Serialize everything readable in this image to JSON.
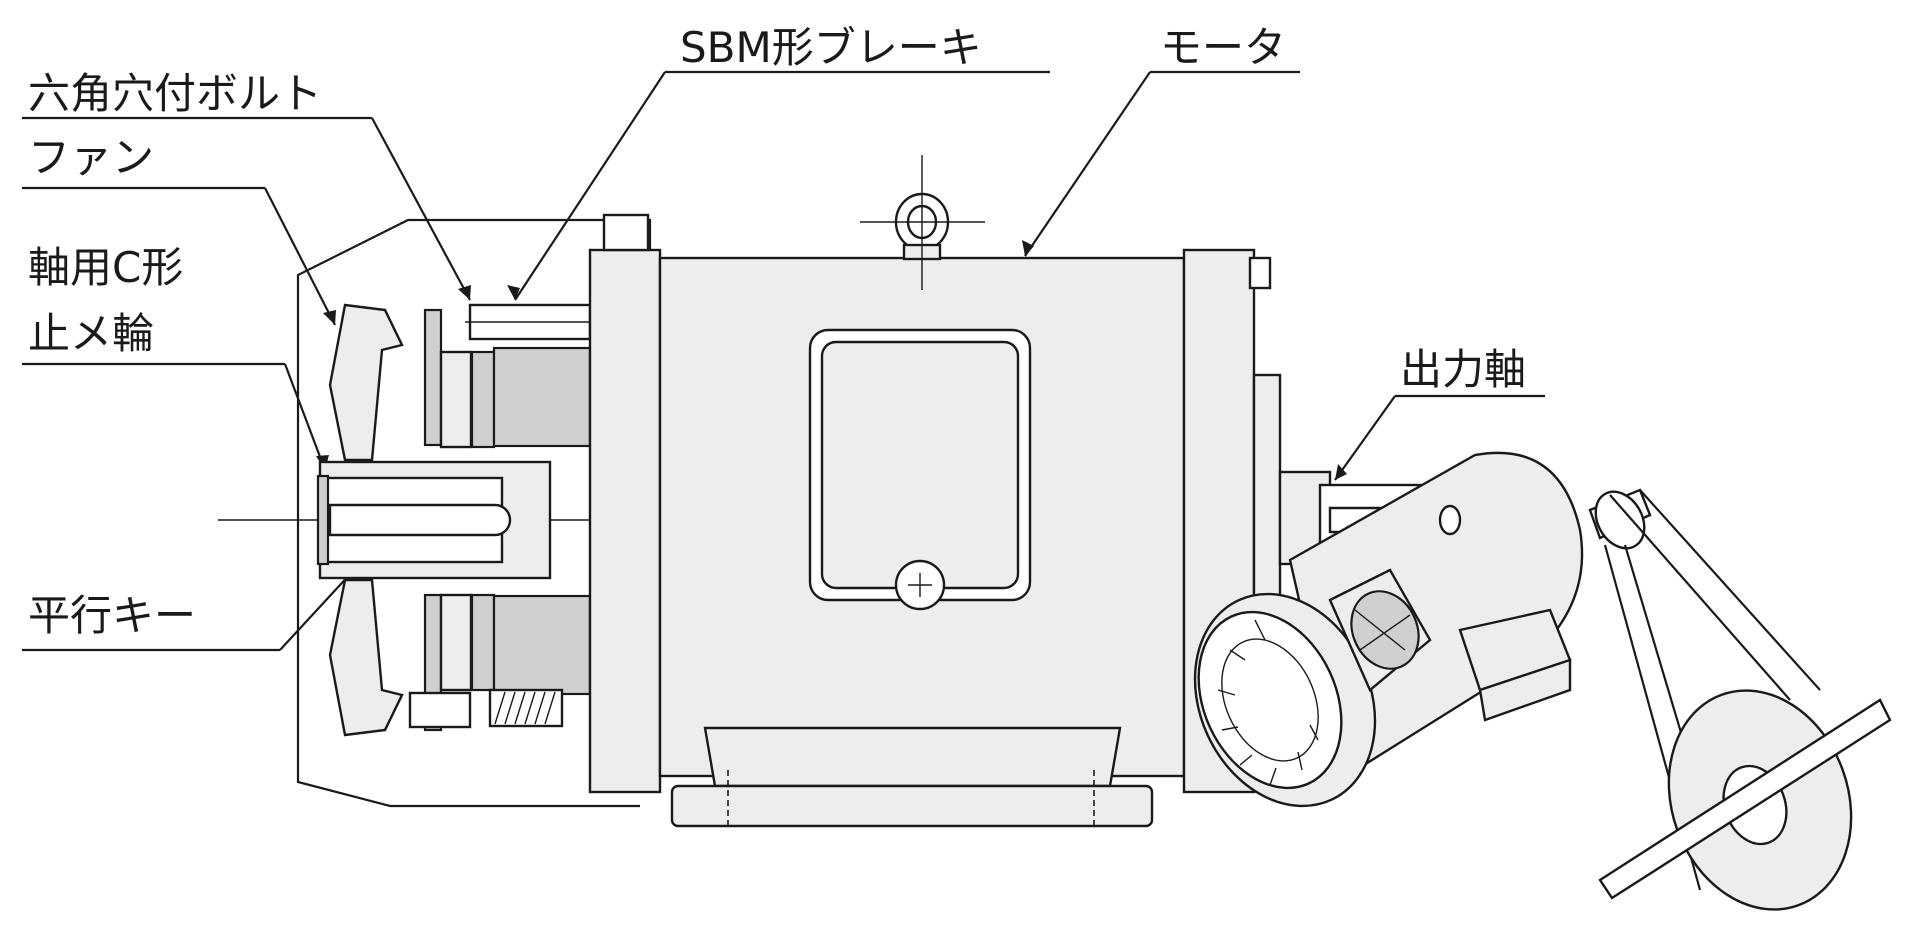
{
  "labels": {
    "sbm_brake": "SBM形ブレーキ",
    "motor": "モータ",
    "hex_socket_bolt": "六角穴付ボルト",
    "fan": "ファン",
    "snap_ring_line1": "軸用C形",
    "snap_ring_line2": "止メ輪",
    "output_shaft": "出力軸",
    "parallel_key": "平行キー"
  },
  "colors": {
    "line": "#1a1a1a",
    "part_fill": "#ededed",
    "dark_fill": "#cfcfcf",
    "background": "#ffffff"
  }
}
